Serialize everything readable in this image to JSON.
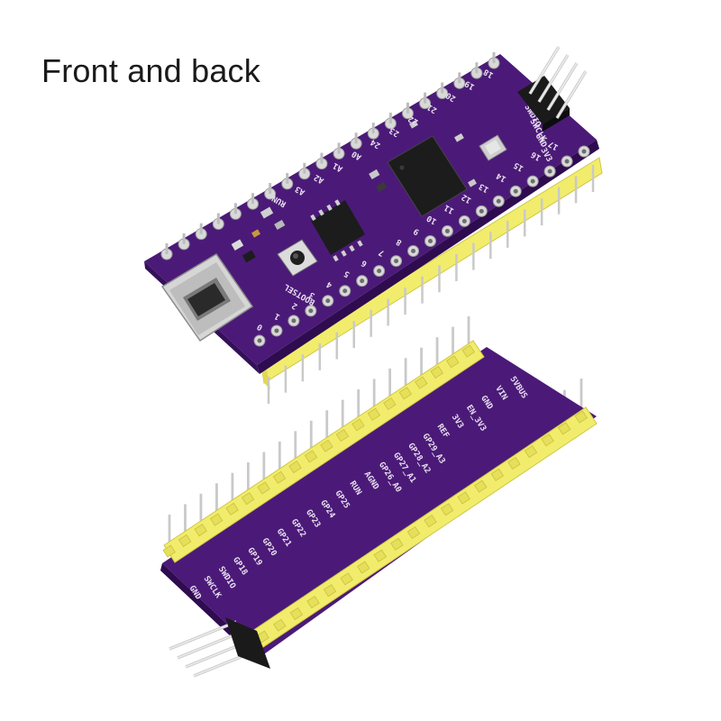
{
  "title": "Front and back",
  "colors": {
    "pcb": "#4b1a78",
    "pcb_dark": "#3a1160",
    "header_yellow": "#f2ec6c",
    "header_yellow_dark": "#d9d24a",
    "pin_metal": "#c9c9c9",
    "chip": "#1c1c1c",
    "usb_metal": "#d4d4d4"
  },
  "front_board": {
    "button_label": "BOOTSEL",
    "top_pin_labels": [
      "18",
      "19",
      "20",
      "21",
      "22",
      "23",
      "24",
      "A0",
      "A1",
      "A2",
      "A3",
      "RUN"
    ],
    "bottom_pin_labels": [
      "0",
      "1",
      "2",
      "3",
      "4",
      "5",
      "6",
      "7",
      "8",
      "9",
      "10",
      "11",
      "12",
      "13",
      "14",
      "15",
      "16",
      "17"
    ],
    "debug_labels": [
      "SWDIO",
      "SWCLK",
      "GND",
      "3V3"
    ]
  },
  "back_board": {
    "labels": [
      "5VBUS",
      "VIN",
      "GND",
      "EN_3V3",
      "3V3",
      "REF",
      "GP29_A3",
      "GP28_A2",
      "GP27_A1",
      "GP26_A0",
      "AGND",
      "RUN",
      "GP25",
      "GP24",
      "GP23",
      "GP22",
      "GP21",
      "GP20",
      "GP19",
      "GP18",
      "SWDIO",
      "SWCLK",
      "GND"
    ]
  }
}
